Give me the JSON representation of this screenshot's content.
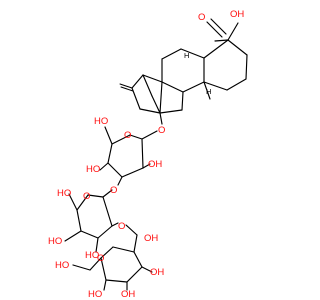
{
  "diagram": {
    "type": "chemical-structure",
    "colors": {
      "bond": "#000000",
      "oxygen": "#ff0d0d",
      "background": "#ffffff"
    },
    "atom_labels": {
      "acid_oh": "OH",
      "acid_o": "O",
      "ether_o_aglycone": "O",
      "ring1_o": "O",
      "ring1_ch2oh": "HO",
      "ring1_oh_left": "HO",
      "ring1_oh_right": "OH",
      "link_o_1_2": "O",
      "ring2_ch2oh": "HO",
      "ring2_o": "O",
      "ring2_oh_a": "HO",
      "ring2_oh_b": "HO",
      "link_o_2_3": "O",
      "ring3_o": "O",
      "ring3_oh_a": "OH",
      "ring3_oh_b": "OH",
      "ring3_oh_c": "OH",
      "ring3_oh_d": "HO",
      "ring3_ch2oh": "HO",
      "stereo_h_1": "H",
      "stereo_h_2": "H"
    }
  }
}
